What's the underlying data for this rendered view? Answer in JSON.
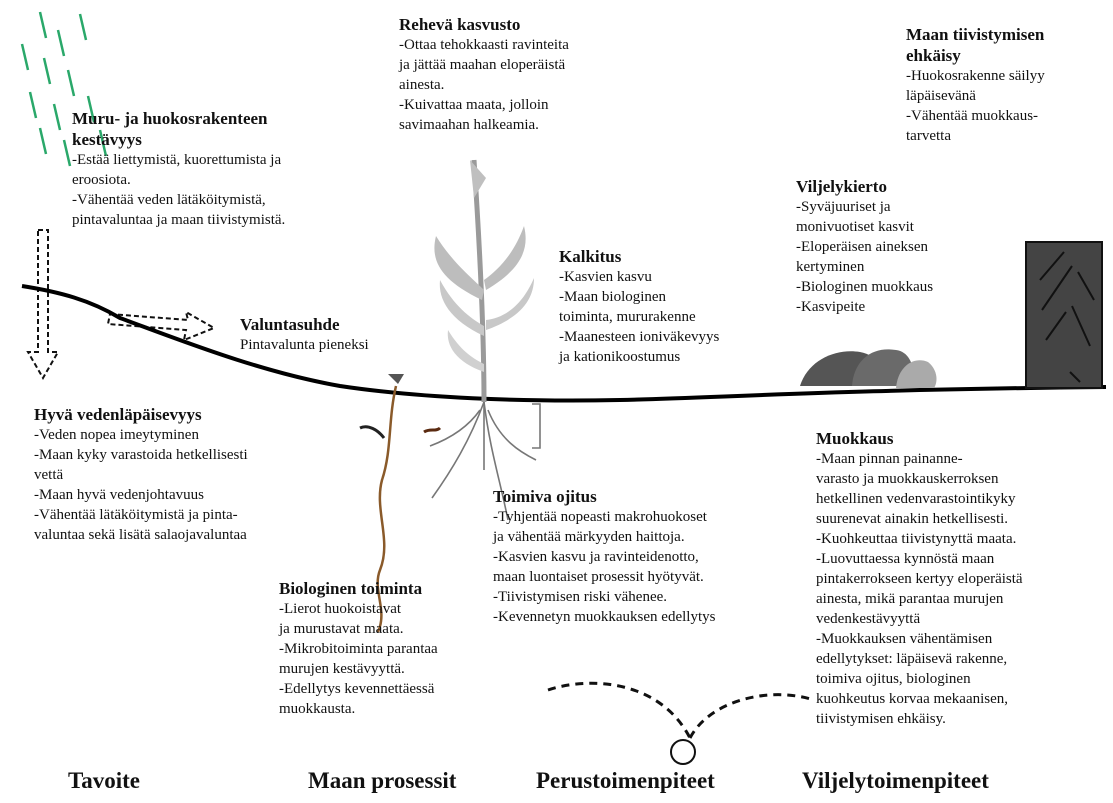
{
  "blocks": {
    "muru": {
      "title": [
        "Muru- ja huokosrakenteen",
        "kestävyys"
      ],
      "lines": [
        "-Estää liettymistä, kuorettumista ja",
        "eroosiota.",
        "-Vähentää veden lätäköitymistä,",
        "pintavaluntaa ja maan tiivistymistä."
      ]
    },
    "rehevä": {
      "title": [
        "Rehevä kasvusto"
      ],
      "lines": [
        "-Ottaa tehokkaasti ravinteita",
        "ja jättää maahan eloperäistä",
        "ainesta.",
        "-Kuivattaa maata, jolloin",
        "savimaahan halkeamia."
      ]
    },
    "tiivistys": {
      "title": [
        "Maan tiivistymisen",
        "ehkäisy"
      ],
      "lines": [
        "-Huokosrakenne säilyy",
        "läpäisevänä",
        "-Vähentää muokkaus-",
        "tarvetta"
      ]
    },
    "viljelykierto": {
      "title": [
        "Viljelykierto"
      ],
      "lines": [
        "-Syväjuuriset ja",
        "monivuotiset kasvit",
        "-Eloperäisen aineksen",
        "kertyminen",
        "-Biologinen muokkaus",
        "-Kasvipeite"
      ]
    },
    "kalkitus": {
      "title": [
        "Kalkitus"
      ],
      "lines": [
        "-Kasvien kasvu",
        "-Maan biologinen",
        "toiminta, mururakenne",
        "-Maanesteen ioniväkevyys",
        "ja kationikoostumus"
      ]
    },
    "valunta": {
      "title": [
        "Valuntasuhde"
      ],
      "lines": [
        "Pintavalunta pieneksi"
      ]
    },
    "vedenlapaisevyys": {
      "title": [
        "Hyvä vedenläpäisevyys"
      ],
      "lines": [
        "-Veden nopea imeytyminen",
        "-Maan kyky varastoida hetkellisesti",
        "vettä",
        "-Maan hyvä vedenjohtavuus",
        "-Vähentää lätäköitymistä ja pinta-",
        "valuntaa sekä lisätä salaojavaluntaa"
      ]
    },
    "ojitus": {
      "title": [
        "Toimiva ojitus"
      ],
      "lines": [
        "-Tyhjentää nopeasti makrohuokoset",
        "ja vähentää märkyyden haittoja.",
        "-Kasvien kasvu ja ravinteidenotto,",
        "maan luontaiset prosessit hyötyvät.",
        "-Tiivistymisen riski vähenee.",
        "-Kevennetyn muokkauksen edellytys"
      ]
    },
    "biologinen": {
      "title": [
        "Biologinen toiminta"
      ],
      "lines": [
        "-Lierot huokoistavat",
        "ja murustavat maata.",
        "-Mikrobitoiminta parantaa",
        "murujen kestävyyttä.",
        "-Edellytys kevennettäessä",
        "muokkausta."
      ]
    },
    "muokkaus": {
      "title": [
        "Muokkaus"
      ],
      "lines": [
        "-Maan pinnan painanne-",
        "varasto ja muokkauskerroksen",
        "hetkellinen vedenvarastointikyky",
        "suurenevat ainakin hetkellisesti.",
        "-Kuohkeuttaa tiivistynyttä maata.",
        "-Luovuttaessa kynnöstä maan",
        "pintakerrokseen kertyy eloperäistä",
        "ainesta, mikä parantaa murujen",
        "vedenkestävyyttä",
        "-Muokkauksen vähentämisen",
        "edellytykset: läpäisevä rakenne,",
        "toimiva ojitus, biologinen",
        "kuohkeutus korvaa mekaanisen,",
        "tiivistymisen ehkäisy."
      ]
    }
  },
  "footer": {
    "tavoite": "Tavoite",
    "prosessit": "Maan prosessit",
    "perustoimenpiteet": "Perustoimenpiteet",
    "viljelytoimenpiteet": "Viljelytoimenpiteet"
  }
}
